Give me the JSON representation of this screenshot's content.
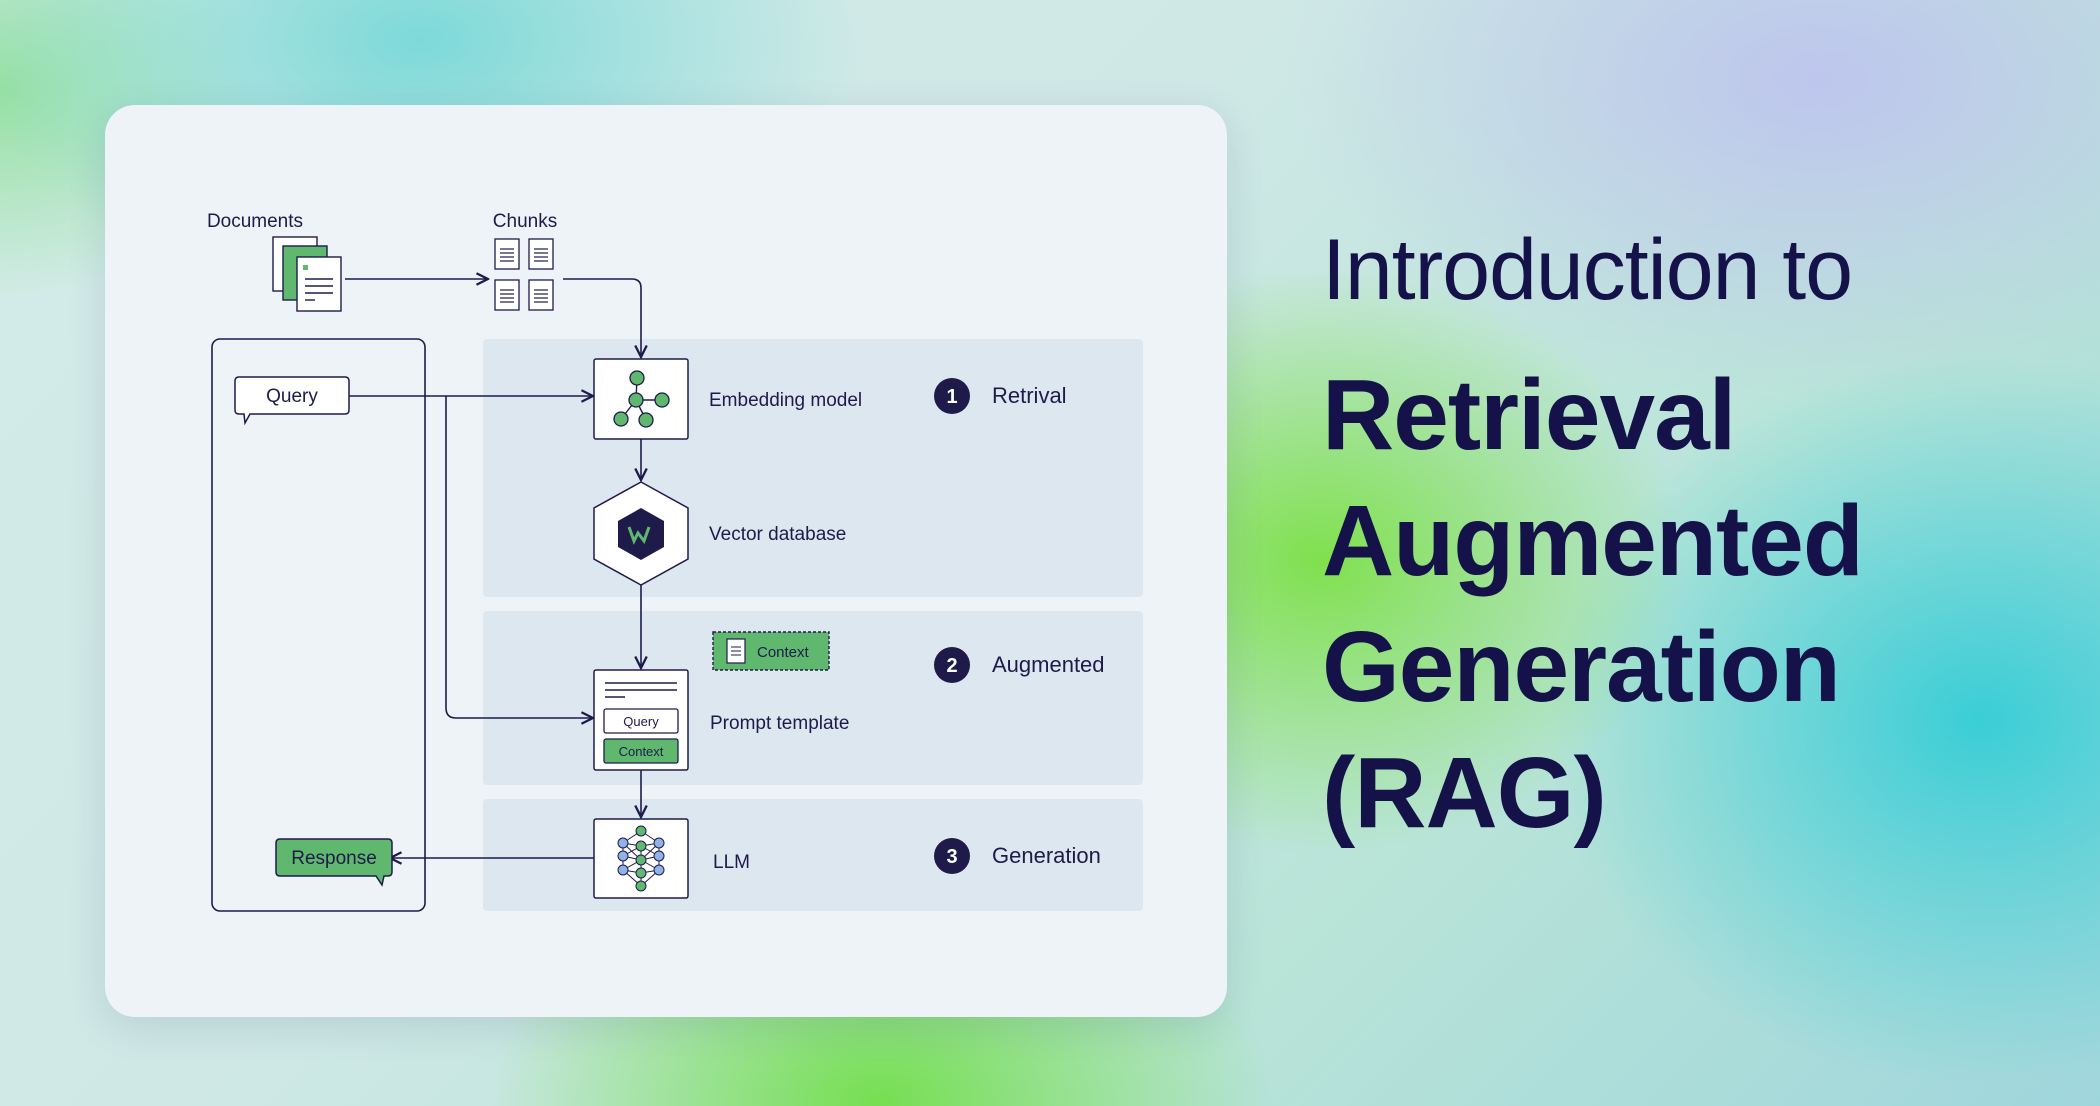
{
  "diagram": {
    "documents_label": "Documents",
    "chunks_label": "Chunks",
    "query_label": "Query",
    "response_label": "Response",
    "embedding_model_label": "Embedding model",
    "vector_database_label": "Vector database",
    "context_label": "Context",
    "prompt_template_label": "Prompt template",
    "prompt_query_label": "Query",
    "prompt_context_label": "Context",
    "llm_label": "LLM",
    "steps": [
      {
        "number": "1",
        "label": "Retrival"
      },
      {
        "number": "2",
        "label": "Augmented"
      },
      {
        "number": "3",
        "label": "Generation"
      }
    ]
  },
  "title": {
    "lead": "Introduction to",
    "lines": [
      "Retrieval",
      "Augmented",
      "Generation",
      "(RAG)"
    ]
  },
  "colors": {
    "navy": "#1e1b4b",
    "green": "#5fb86e",
    "card": "#eef3f7",
    "panel": "#dde7ef"
  }
}
